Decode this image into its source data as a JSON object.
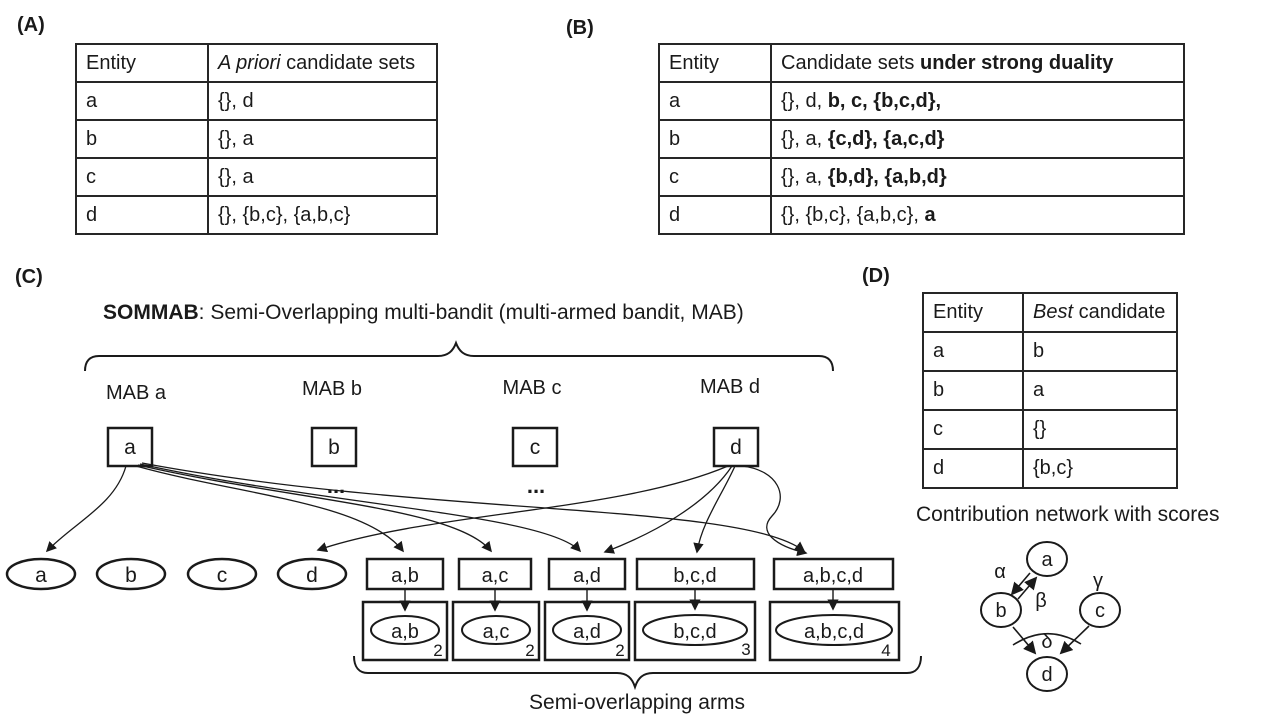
{
  "panelA": {
    "label": "(A)",
    "header": {
      "entity": "Entity",
      "italic": "A priori ",
      "rest": "candidate sets"
    },
    "rows": [
      {
        "entity": "a",
        "value": "{}, d"
      },
      {
        "entity": "b",
        "value": "{}, a"
      },
      {
        "entity": "c",
        "value": "{}, a"
      },
      {
        "entity": "d",
        "value": "{}, {b,c}, {a,b,c}"
      }
    ]
  },
  "panelB": {
    "label": "(B)",
    "header": {
      "entity": "Entity",
      "plain": "Candidate sets ",
      "bold": "under strong duality"
    },
    "rows": [
      {
        "entity": "a",
        "plain": "{}, d, ",
        "bold": "b, c, {b,c,d},"
      },
      {
        "entity": "b",
        "plain": "{}, a, ",
        "bold": "{c,d}, {a,c,d}"
      },
      {
        "entity": "c",
        "plain": "{}, a, ",
        "bold": "{b,d}, {a,b,d}"
      },
      {
        "entity": "d",
        "plain": "{}, {b,c}, {a,b,c}, ",
        "bold": "a"
      }
    ]
  },
  "panelC": {
    "label": "(C)",
    "title_bold": "SOMMAB",
    "title_rest": ": Semi-Overlapping multi-bandit (multi-armed bandit, MAB)",
    "mabs": [
      {
        "label": "MAB a",
        "entity": "a"
      },
      {
        "label": "MAB b",
        "entity": "b"
      },
      {
        "label": "MAB c",
        "entity": "c"
      },
      {
        "label": "MAB d",
        "entity": "d"
      }
    ],
    "ellipsis": "...",
    "single_arms": [
      "a",
      "b",
      "c",
      "d"
    ],
    "overlap_arms": [
      {
        "label": "a,b",
        "count": "2"
      },
      {
        "label": "a,c",
        "count": "2"
      },
      {
        "label": "a,d",
        "count": "2"
      },
      {
        "label": "b,c,d",
        "count": "3"
      },
      {
        "label": "a,b,c,d",
        "count": "4"
      }
    ],
    "brace_label": "Semi-overlapping arms"
  },
  "panelD": {
    "label": "(D)",
    "header": {
      "entity": "Entity",
      "italic": "Best",
      "rest": " candidate"
    },
    "rows": [
      {
        "entity": "a",
        "value": "b"
      },
      {
        "entity": "b",
        "value": "a"
      },
      {
        "entity": "c",
        "value": "{}"
      },
      {
        "entity": "d",
        "value": "{b,c}"
      }
    ],
    "network": {
      "title": "Contribution network with scores",
      "nodes": [
        "a",
        "b",
        "c",
        "d"
      ],
      "edge_labels": {
        "alpha": "α",
        "beta": "β",
        "gamma": "γ",
        "delta": "δ"
      }
    }
  }
}
